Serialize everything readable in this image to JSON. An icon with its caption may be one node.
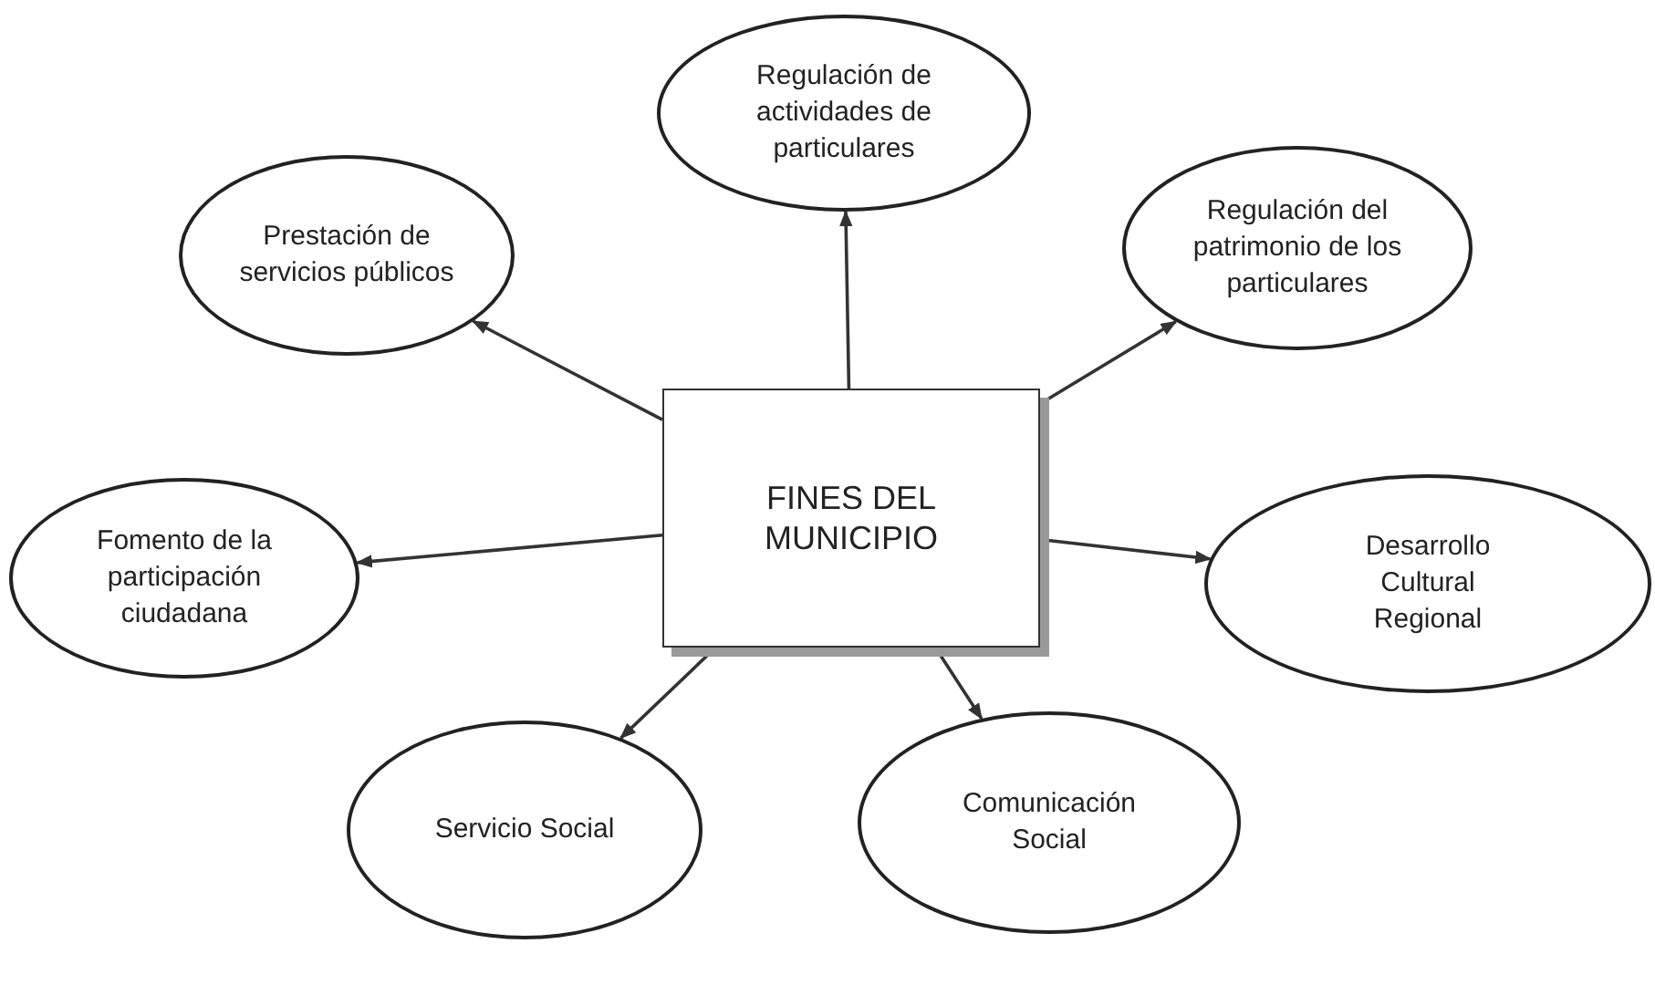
{
  "diagram": {
    "nodes": [
      {
        "text": [
          "FINES DEL MUNICIPIO"
        ]
      },
      {
        "text": [
          "Regulación de actividades de particulares"
        ]
      },
      {
        "text": [
          "Prestación de servicios públicos"
        ]
      },
      {
        "text": [
          "Regulación del patrimonio de los particulares"
        ]
      },
      {
        "text": [
          "Fomento de la participación ciudadana"
        ]
      },
      {
        "text": [
          "Desarrollo Cultural Regional"
        ]
      },
      {
        "text": [
          "Servicio Social"
        ]
      },
      {
        "text": [
          "Comunicación Social"
        ]
      }
    ],
    "edges": [
      {
        "from": 0,
        "to": 1,
        "arrow": "to"
      },
      {
        "from": 0,
        "to": 2,
        "arrow": "to"
      },
      {
        "from": 0,
        "to": 3,
        "arrow": "to"
      },
      {
        "from": 0,
        "to": 4,
        "arrow": "to"
      },
      {
        "from": 0,
        "to": 5,
        "arrow": "to"
      },
      {
        "from": 0,
        "to": 6,
        "arrow": "to"
      },
      {
        "from": 0,
        "to": 7,
        "arrow": "to"
      }
    ]
  }
}
